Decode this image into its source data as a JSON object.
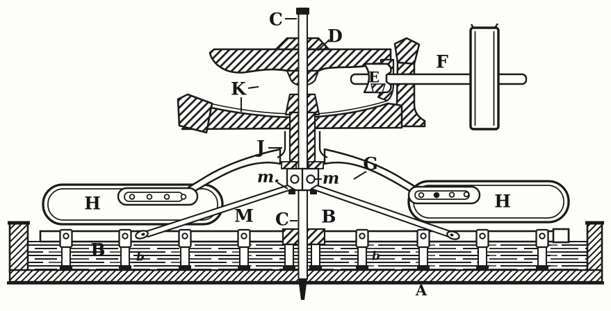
{
  "figure": {
    "description_colors": {
      "ink": "#1a1a1a",
      "paper": "#fdfdfa"
    },
    "labels": {
      "shaft_top": "C",
      "upper_hub": "D",
      "lower_arm": "K",
      "bevel_bearing": "E",
      "drive_shaft": "F",
      "sleeve_hub": "J",
      "float_arm": "G",
      "float_left": "H",
      "float_right": "H",
      "pivot_left": "m.",
      "pivot_right": "m",
      "rail_mid": "M",
      "shaft_lower": "C",
      "rail_right": "B",
      "rail_left": "B",
      "leg_left": "b",
      "leg_right": "b",
      "trough": "A"
    }
  }
}
